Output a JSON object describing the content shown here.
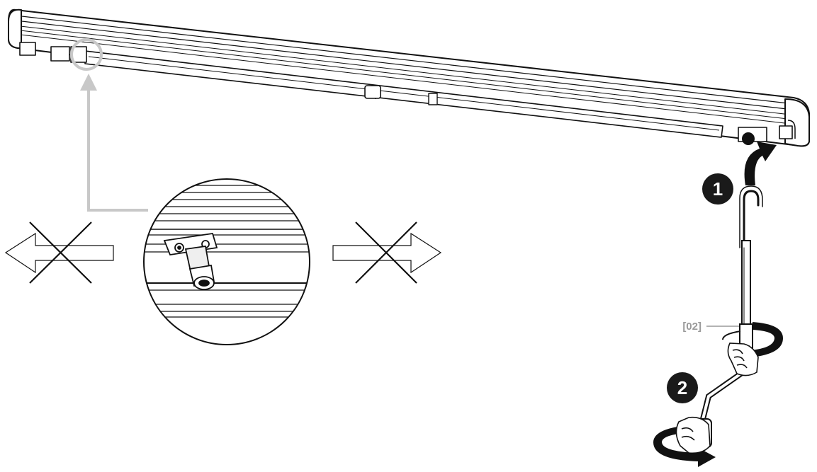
{
  "diagram": {
    "steps": [
      {
        "number": "1"
      },
      {
        "number": "2"
      }
    ],
    "part_reference": "[02]",
    "colors": {
      "line": "#111111",
      "callout": "#c8c8c8",
      "badge": "#1a1a1a",
      "background": "#ffffff"
    },
    "icons": [
      "awning-cassette",
      "detail-magnifier",
      "prohibited-move-left-arrow",
      "prohibited-move-right-arrow",
      "crank-handle",
      "rotate-arrow",
      "hand"
    ]
  }
}
